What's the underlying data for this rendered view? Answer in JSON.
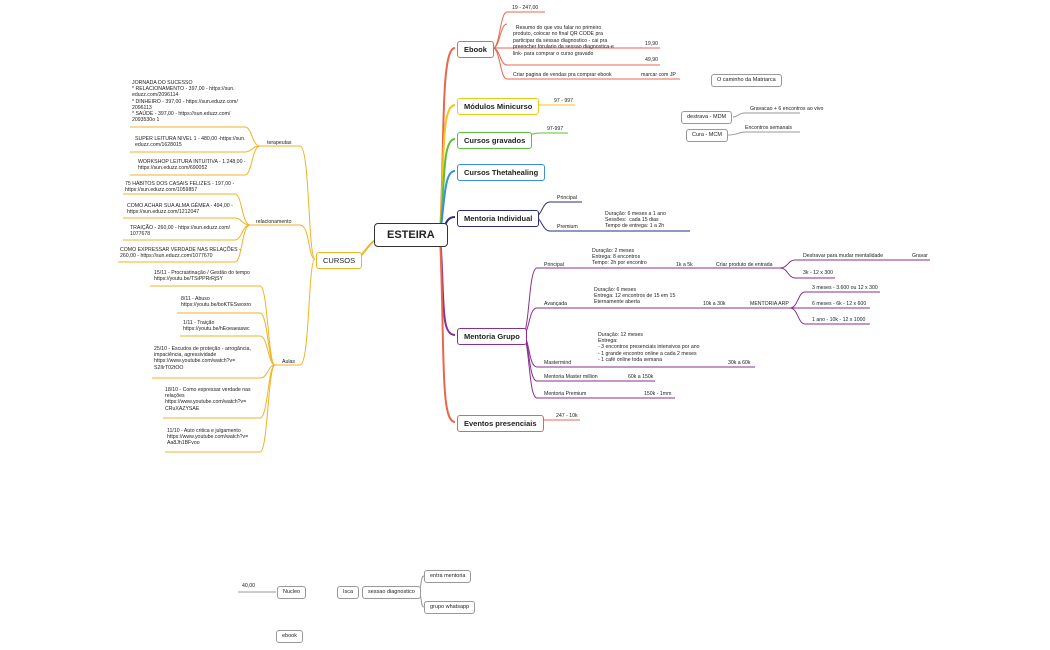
{
  "colors": {
    "ebook": "#e8674c",
    "modulos": "#f5c518",
    "gravados": "#5cbf3a",
    "theta": "#3a8fd8",
    "individual": "#2b2c7a",
    "grupo": "#8a2f8f",
    "eventos": "#e8674c",
    "cursos": "#f0b323",
    "loose": "#999999"
  },
  "center": "ESTEIRA",
  "ebook": {
    "label": "Ebook",
    "price": "19 - 247,00",
    "note": "Resumo do que vou falar no primeiro\nproduto, colocar no final QR CODE pra\nparticipar da sessao diagnostico -\nlink- para comprar o curso gravado",
    "note_cont": "preencher forulario da sessao diagnostica-e\nlink- para comprar o curso gravado",
    "v1": "19,90",
    "v2": "49,90",
    "sales": "Criar pagina de vendas pra comprar ebook",
    "marcar": "marcar com JP"
  },
  "caminho": "O caminho da Matriarca",
  "modulos": {
    "label": "Módulos Minicurso",
    "price": "97 - 997"
  },
  "gravados": {
    "label": "Cursos gravados",
    "price": "97-997"
  },
  "theta": {
    "label": "Cursos Thetahealing"
  },
  "destrava": {
    "label": "destrava - MDM",
    "detail": "Gravacao + 6 encontros ao vivo"
  },
  "cura": {
    "label": "Cura - MCM",
    "detail": "Encontros semanais"
  },
  "individual": {
    "label": "Mentoria Individual",
    "principal": "Principal",
    "premium": "Premium",
    "premium_detail": "Duração: 6 meses a 1 ano\nSessões:  cada 15 dias\nTempo de entrega: 1 a 2h"
  },
  "grupo": {
    "label": "Mentoria Grupo",
    "principal": "Principal",
    "principal_detail": "Duração: 2 meses\nEntrega: 8 encontros\nTempo: 2h por encontro",
    "principal_price": "1k a 5k",
    "produto": "Criar produto de entrada",
    "destravar": "Destravar para mudar mentalidade",
    "gravar": "Gravar",
    "p3k": "3k - 12 x 300",
    "avancada": "Avançada",
    "avancada_detail": "Duração: 6 meses\nEntrega: 12 encontros de 15 em 15\nEternamente aberta",
    "avancada_price": "10k a 30k",
    "arp": "MENTORIA ARP",
    "arp1": "3 meses - 3.600 ou 12 x 300",
    "arp2": "6 meses - 6k - 12 x 600",
    "arp3": "1 ano - 10k - 12 x 1000",
    "mastermind": "Mastermind",
    "mastermind_detail": "Duração: 12 meses\nEntrega:\n- 3 encontros presenciais intensivos por ano\n- 1 grande encontro online a cada 2 meses\n- 1 café online toda semana",
    "mastermind_price": "30k a 60k",
    "master_million": "Mentoria Master million",
    "master_million_price": "60k a 150k",
    "premium": "Mentoria Premium",
    "premium_price": "150k - 1mm"
  },
  "eventos": {
    "label": "Eventos presenciais",
    "price": "247 - 10k"
  },
  "cursos": {
    "label": "CURSOS",
    "terapeutas": "terapeutas",
    "jornada": "JORNADA DO SUCESSO\n* RELACIONAMENTO - 397,00 - https://sun.\neduzz.com/2096114\n* DINHEIRO - 397,00 - https://sun.eduzz.com/\n2096113\n* SAÚDE - 397,00 - https://sun.eduzz.com/\n2093530o 1",
    "super": "SUPER LEITURA NIVEL 1 - 480,00 -https://sun.\neduzz.com/1628015",
    "workshop": "WORKSHOP LEITURA INTUITIVA - 1.248,00 -\nhttps://sun.eduzz.com/690052",
    "relacionamento": "relacionamento",
    "habitos": "75 HÁBITOS DOS CASAIS FELIZES - 197,00 -\nhttps://sun.eduzz.com/1059857",
    "alma": "COMO ACHAR SUA ALMA GÊMEA - 494,00 -\nhttps://sun.eduzz.com/1212047",
    "traicao": "TRAIÇÃO - 260,00 - https://sun.eduzz.com/\n1077678",
    "expressar": "COMO EXPRESSAR VERDADE NAS RELAÇÕES -\n260,00 - https://sun.eduzz.com/1077670",
    "aulas": "Aulas",
    "a1": "15/11 - Procrastinação / Gestão do tempo\nhttps://youtu.be/TSiPPRrRjSY",
    "a2": "8/11 - Abuso\nhttps://youtu.be/boKTESwoxro",
    "a3": "1/11 - Traição\nhttps://youtu.be/hEoeaeaswc",
    "a4": "25/10 - Escudos de proteção - arrogância,\nimpaciência, agressividade\nhttps://www.youtube.com/watch?v=\nS2IIrT02tOO",
    "a5": "18/10 - Como expressar verdade nas\nrelações\nhttps://www.youtube.com/watch?v=\nCRuXAZYSAE",
    "a6": "11/10 - Auto critica e julgamento\nhttps://www.youtube.com/watch?v=\nAa8Jh1BFvoo"
  },
  "loose": {
    "price": "40,00",
    "nucleo": "Nucleo",
    "isca": "Isca",
    "sessao": "sessao diagnostico",
    "entra": "entra mentoria",
    "whatsapp": "grupo whatsapp",
    "ebook": "ebook"
  }
}
